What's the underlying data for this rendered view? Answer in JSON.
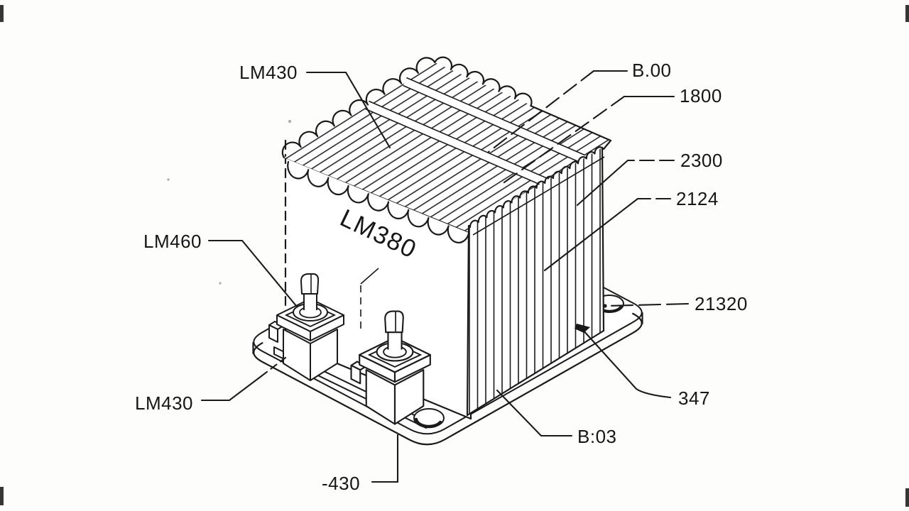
{
  "figure": {
    "body_marking": "LM380",
    "callouts": {
      "lm430_top": "LM430",
      "b00": "B.00",
      "n1800": "1800",
      "n2300": "2300",
      "n2124": "2124",
      "n21320": "21320",
      "n347": "347",
      "b03": "B:03",
      "lm460": "LM460",
      "lm430_bottom": "LM430",
      "n430": "-430"
    },
    "colors": {
      "ink": "#1a1a1a",
      "paper": "#fdfdfc"
    }
  }
}
